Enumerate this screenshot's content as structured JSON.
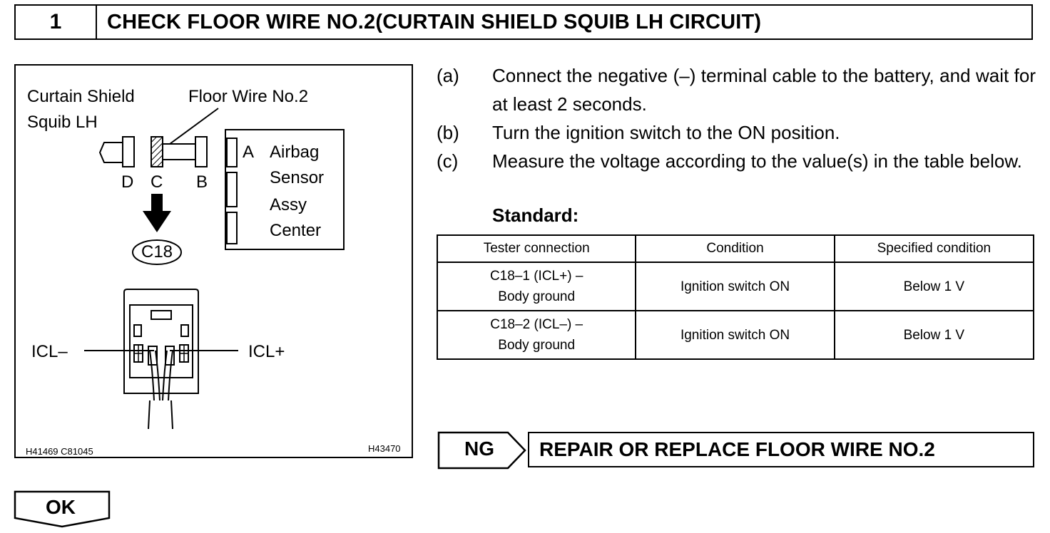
{
  "header": {
    "number": "1",
    "title": "CHECK FLOOR WIRE NO.2(CURTAIN SHIELD SQUIB LH CIRCUIT)"
  },
  "figure": {
    "label_curtain_line1": "Curtain Shield",
    "label_curtain_line2": "Squib LH",
    "label_floor_wire": "Floor Wire No.2",
    "connector_d": "D",
    "connector_c": "C",
    "connector_b": "B",
    "connector_a": "A",
    "assy_line1": "Airbag",
    "assy_line2": "Sensor",
    "assy_line3": "Assy",
    "assy_line4": "Center",
    "connector_id": "C18",
    "pin_left": "ICL–",
    "pin_right": "ICL+",
    "code_left": "H41469  C81045",
    "code_right": "H43470"
  },
  "steps": [
    {
      "marker": "(a)",
      "text": "Connect the negative (–) terminal cable to the battery, and wait for at least 2 seconds."
    },
    {
      "marker": "(b)",
      "text": "Turn the ignition switch to the ON position."
    },
    {
      "marker": "(c)",
      "text": "Measure the voltage according to the value(s) in the table below."
    }
  ],
  "standard_label": "Standard:",
  "table": {
    "headers": [
      "Tester connection",
      "Condition",
      "Specified condition"
    ],
    "rows": [
      {
        "conn_line1": "C18–1 (ICL+) –",
        "conn_line2": "Body ground",
        "condition": "Ignition switch ON",
        "spec": "Below 1 V"
      },
      {
        "conn_line1": "C18–2 (ICL–) –",
        "conn_line2": "Body ground",
        "condition": "Ignition switch ON",
        "spec": "Below 1 V"
      }
    ]
  },
  "ng": {
    "label": "NG",
    "result": "REPAIR OR REPLACE FLOOR WIRE NO.2"
  },
  "ok": {
    "label": "OK"
  }
}
